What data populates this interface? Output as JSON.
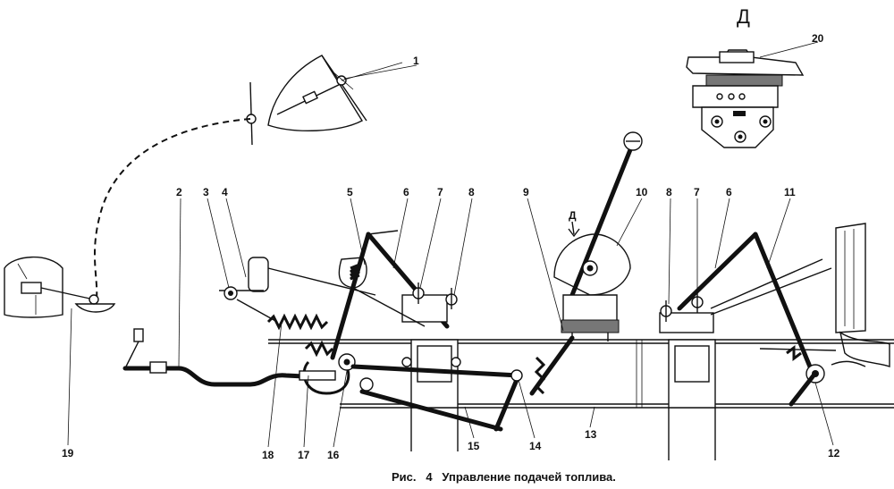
{
  "caption": "Рис.   4   Управление подачей топлива.",
  "view_letter": "Д",
  "view_letter_small": "Д",
  "callouts": [
    "1",
    "2",
    "3",
    "4",
    "5",
    "6",
    "7",
    "8",
    "9",
    "10",
    "8",
    "7",
    "6",
    "11",
    "20",
    "12",
    "13",
    "14",
    "15",
    "16",
    "17",
    "18",
    "19"
  ]
}
